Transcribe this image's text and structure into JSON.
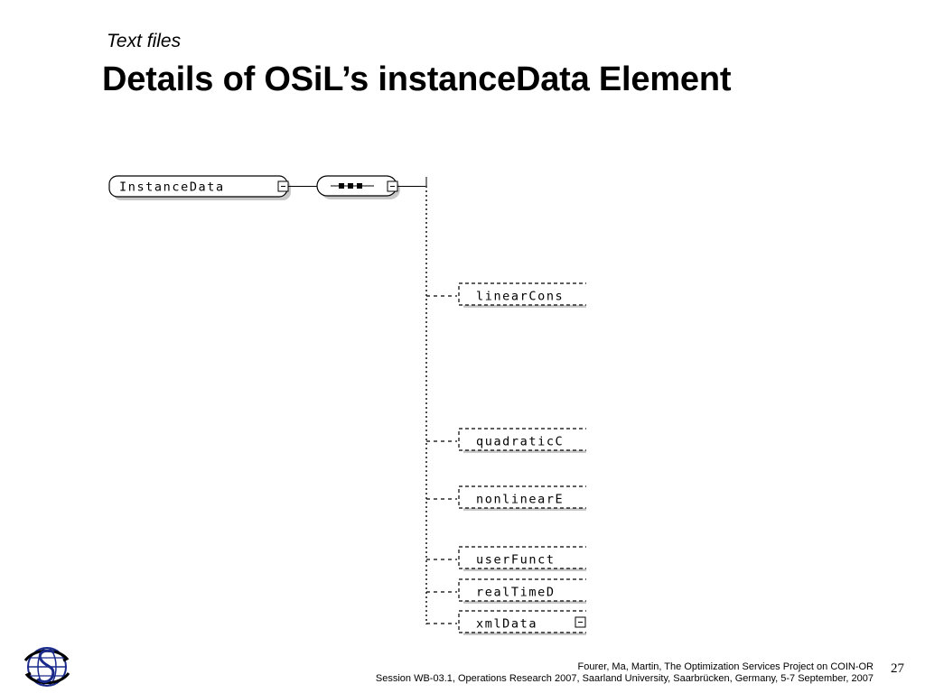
{
  "slide": {
    "subtitle": "Text files",
    "title": "Details of OSiL’s instanceData Element",
    "page_number": "27"
  },
  "diagram": {
    "root_label": "InstanceData",
    "sequence_icon": "sequence-compositor-icon",
    "children": [
      "linearCons",
      "quadraticC",
      "nonlinearE",
      "userFunct",
      "realTimeD",
      "xmlData"
    ]
  },
  "footer": {
    "line1": "Fourer, Ma, Martin, The Optimization Services Project on COIN-OR",
    "line2": "Session WB-03.1, Operations Research 2007, Saarland University, Saarbrücken, Germany, 5-7 September, 2007"
  },
  "logo": {
    "icon": "globe-logo-icon"
  }
}
